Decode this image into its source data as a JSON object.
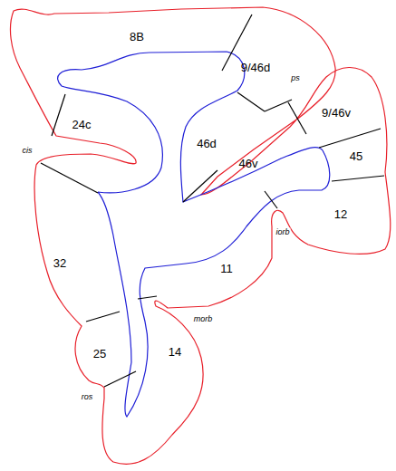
{
  "diagram": {
    "labels": [
      "8B",
      "9/46d",
      "ps",
      "24c",
      "46d",
      "9/46v",
      "cis",
      "46v",
      "45",
      "12",
      "iorb",
      "11",
      "32",
      "morb",
      "25",
      "14",
      "ros"
    ]
  }
}
